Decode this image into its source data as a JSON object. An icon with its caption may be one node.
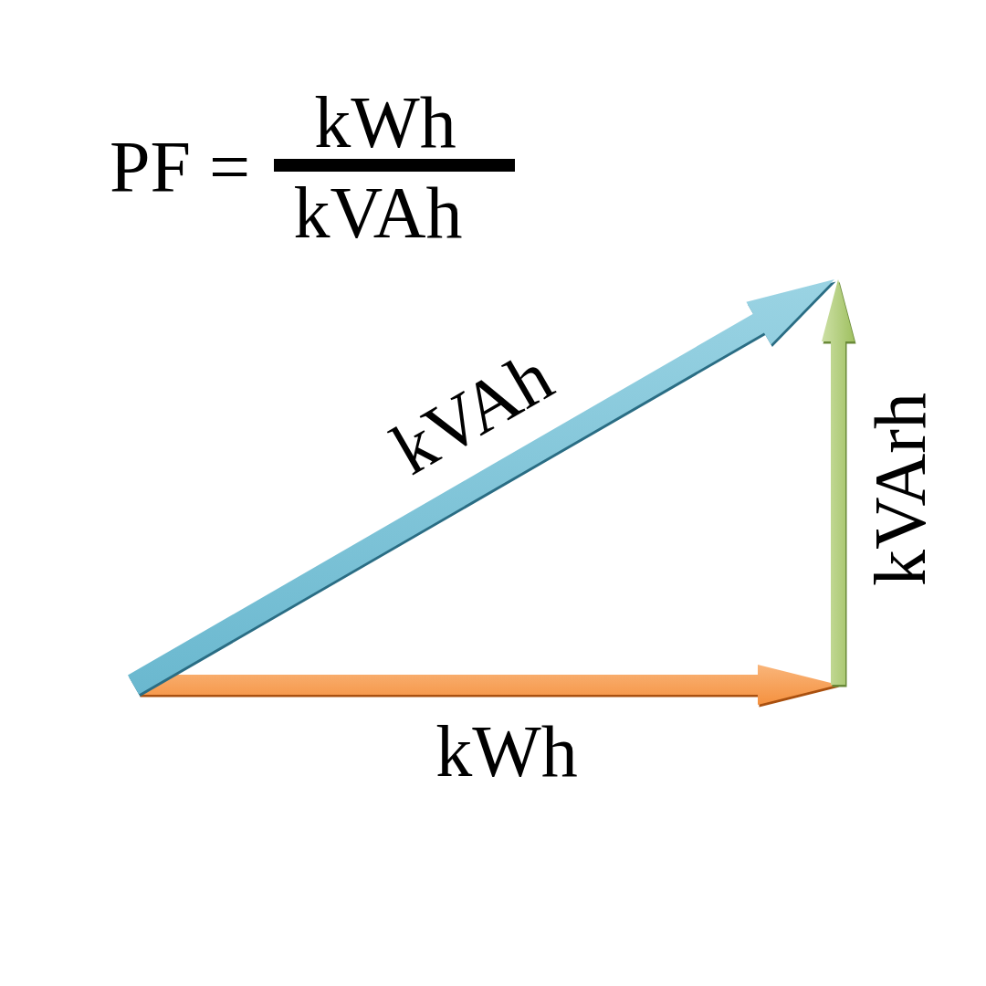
{
  "diagram": {
    "labels": [
      "PF =",
      "kWh",
      "kVAh",
      "kVAh",
      "kVArh",
      "kWh"
    ]
  }
}
